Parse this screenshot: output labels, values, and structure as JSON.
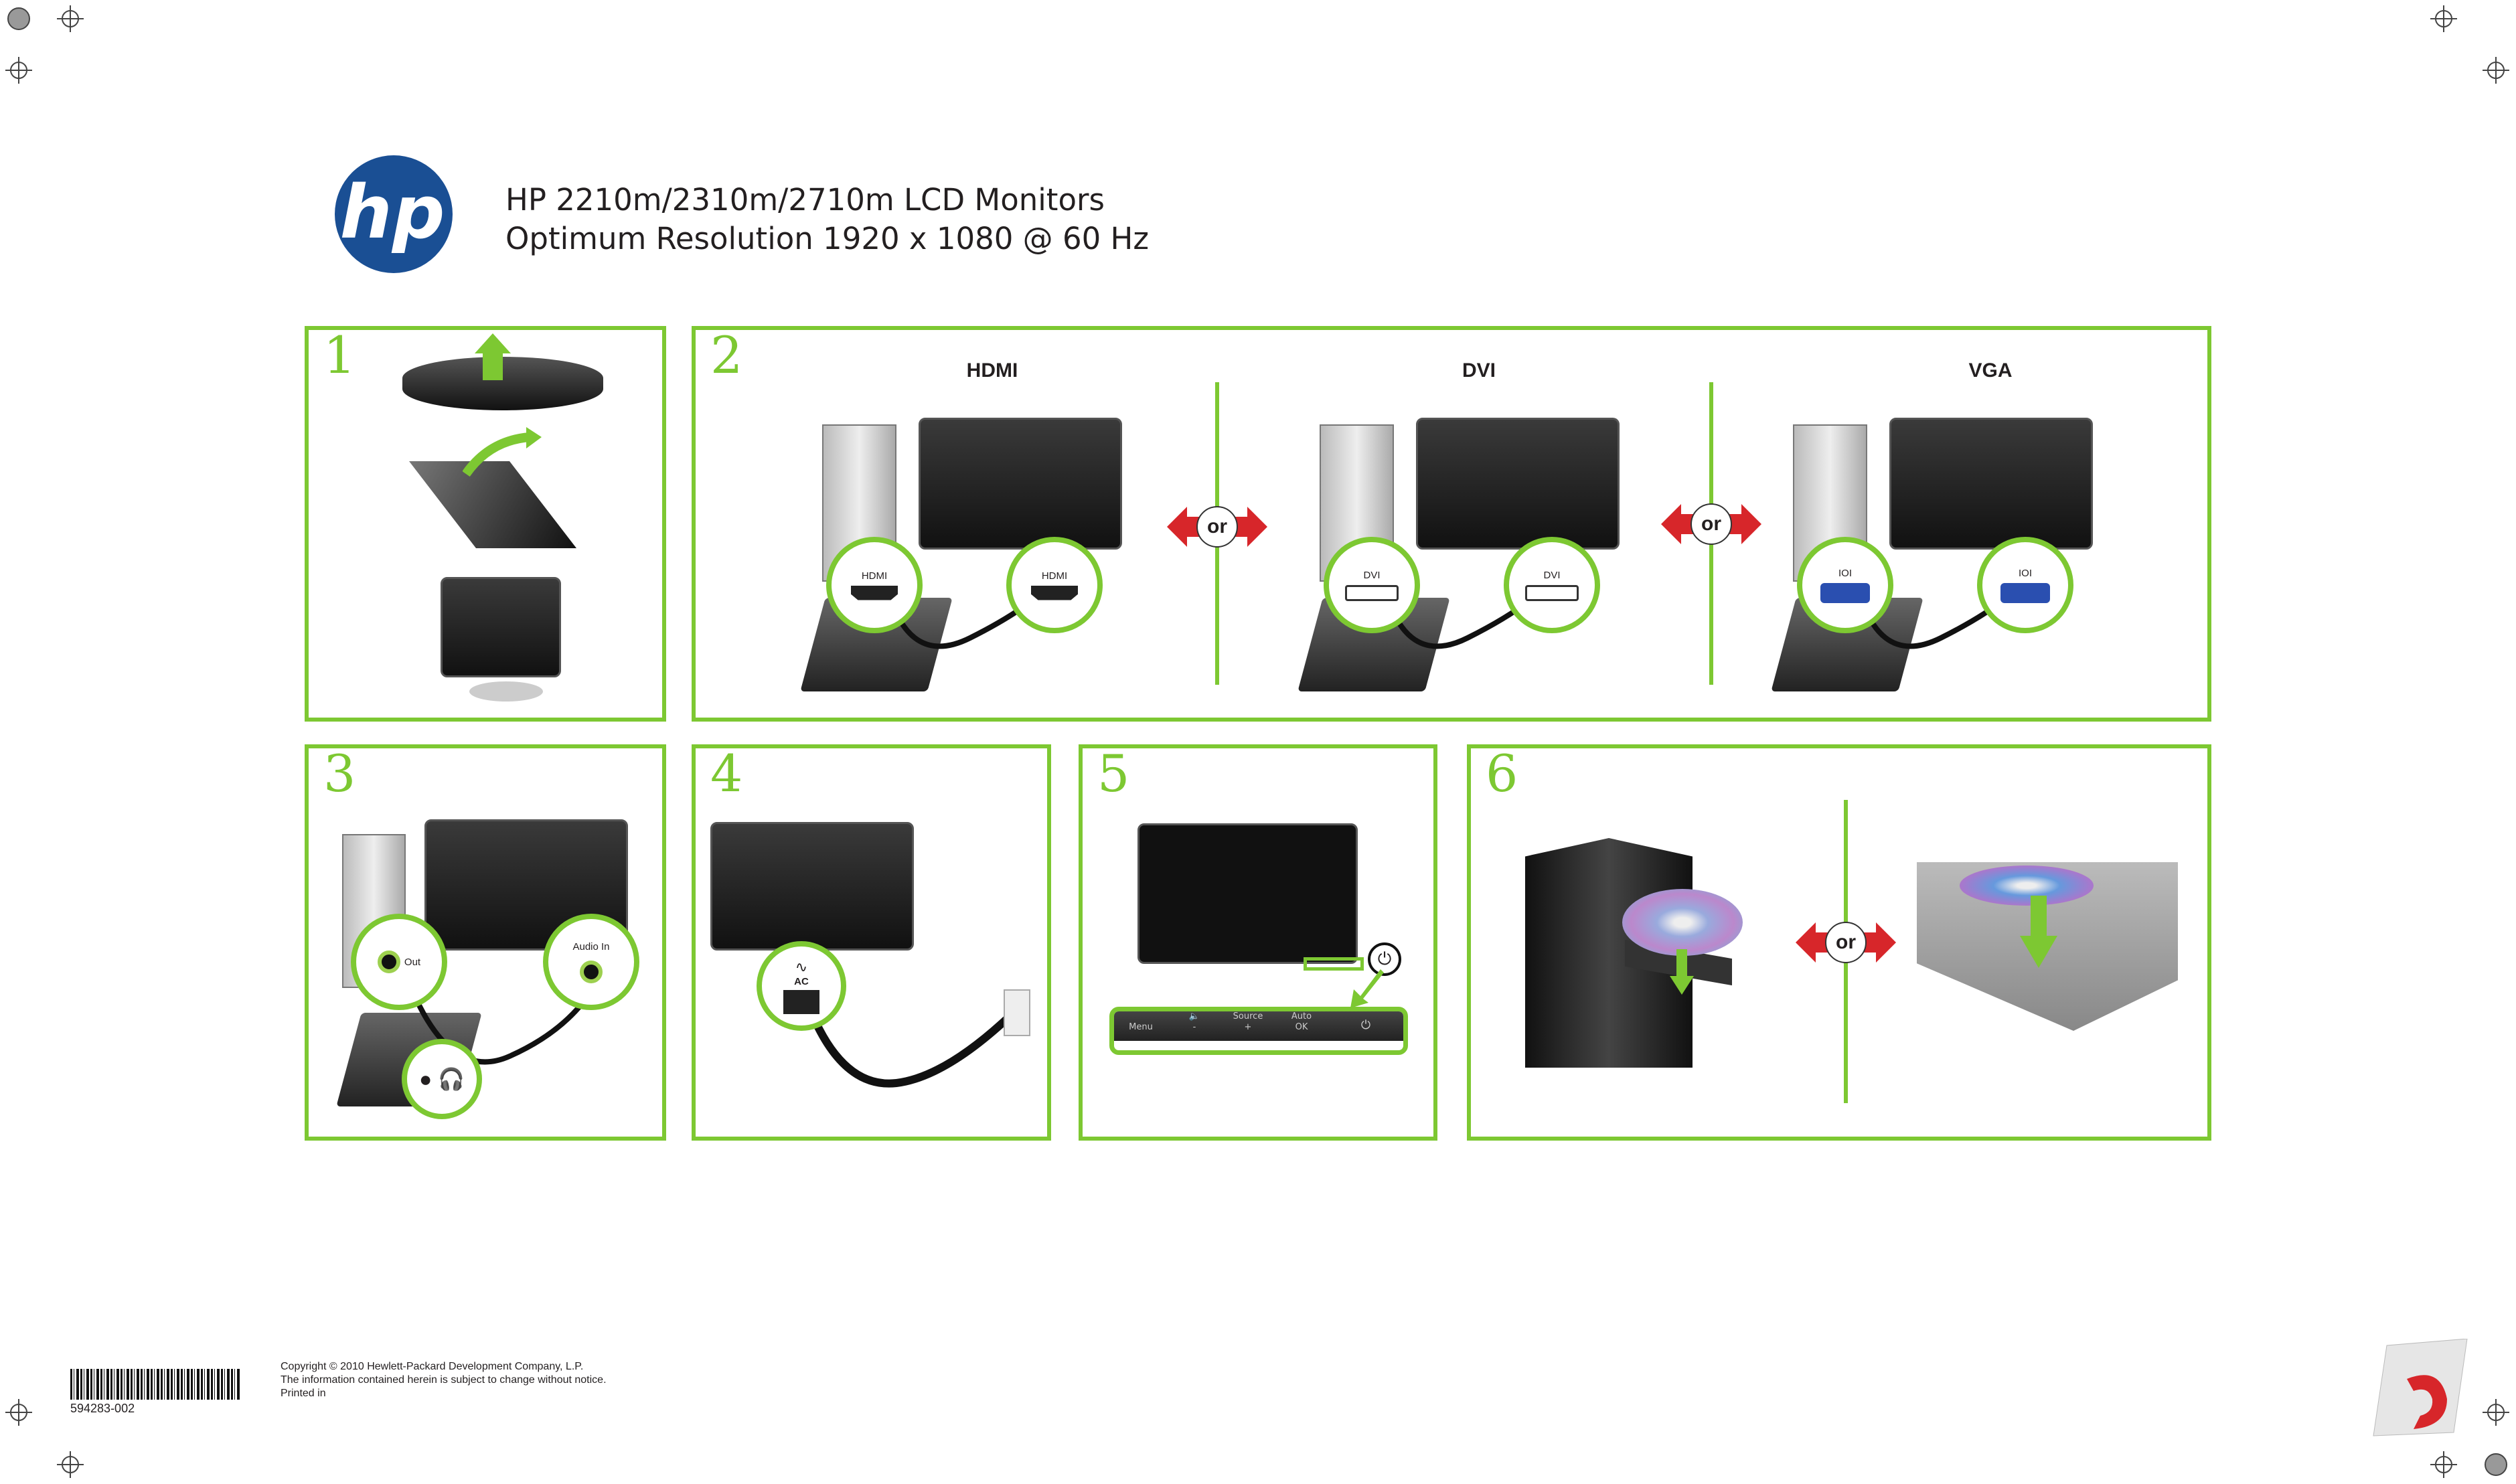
{
  "header": {
    "title": "HP 2210m/2310m/2710m LCD Monitors",
    "subtitle": "Optimum Resolution 1920 x 1080 @ 60 Hz",
    "logo_text": "hp"
  },
  "steps": [
    {
      "number": "1"
    },
    {
      "number": "2"
    },
    {
      "number": "3"
    },
    {
      "number": "4"
    },
    {
      "number": "5"
    },
    {
      "number": "6"
    }
  ],
  "step2": {
    "connections": [
      {
        "title": "HDMI",
        "port_label": "HDMI"
      },
      {
        "title": "DVI",
        "port_label": "DVI"
      },
      {
        "title": "VGA",
        "port_label": "IOI"
      }
    ],
    "or_label": "or"
  },
  "step3": {
    "out_label": "Out",
    "in_label": "Audio In"
  },
  "step4": {
    "ac_label": "AC"
  },
  "step5": {
    "buttons": [
      {
        "top": "",
        "bottom": "Menu"
      },
      {
        "top": "🔈",
        "bottom": "-"
      },
      {
        "top": "Source",
        "bottom": "+"
      },
      {
        "top": "Auto",
        "bottom": "OK"
      },
      {
        "top": "",
        "bottom": "⏻"
      }
    ]
  },
  "step6": {
    "or_label": "or"
  },
  "footer": {
    "part_number": "594283-002",
    "copyright": "Copyright © 2010 Hewlett-Packard Development Company, L.P.",
    "notice": "The information contained herein is subject to change without notice.",
    "printed": "Printed in"
  },
  "colors": {
    "accent": "#7dc832",
    "hp_blue": "#1a4f94",
    "arrow_red": "#d7262a"
  }
}
